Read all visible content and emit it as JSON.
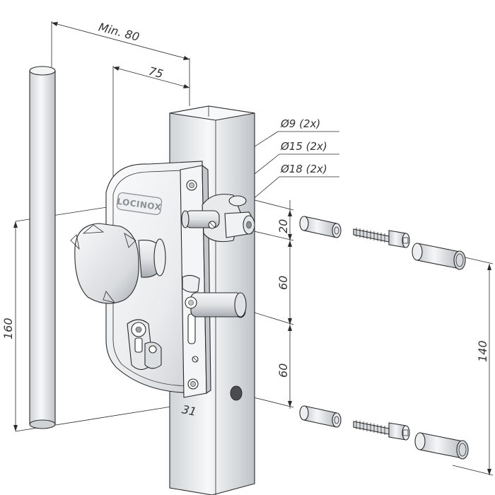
{
  "dimensions": {
    "min_80": "Min. 80",
    "d75": "75",
    "d160": "160",
    "d20": "20",
    "d60_upper": "60",
    "d60_lower": "60",
    "d140": "140",
    "d31": "31"
  },
  "callouts": {
    "hole_9": "Ø9 (2x)",
    "hole_15": "Ø15 (2x)",
    "hole_18": "Ø18 (2x)"
  },
  "brand": "LOCINOX",
  "colors": {
    "line": "#2a2a2a",
    "metal_light": "#f2f3f4",
    "metal_mid": "#d4d7da",
    "metal_dark": "#9aa0a6",
    "post": "#e4e6e8"
  }
}
